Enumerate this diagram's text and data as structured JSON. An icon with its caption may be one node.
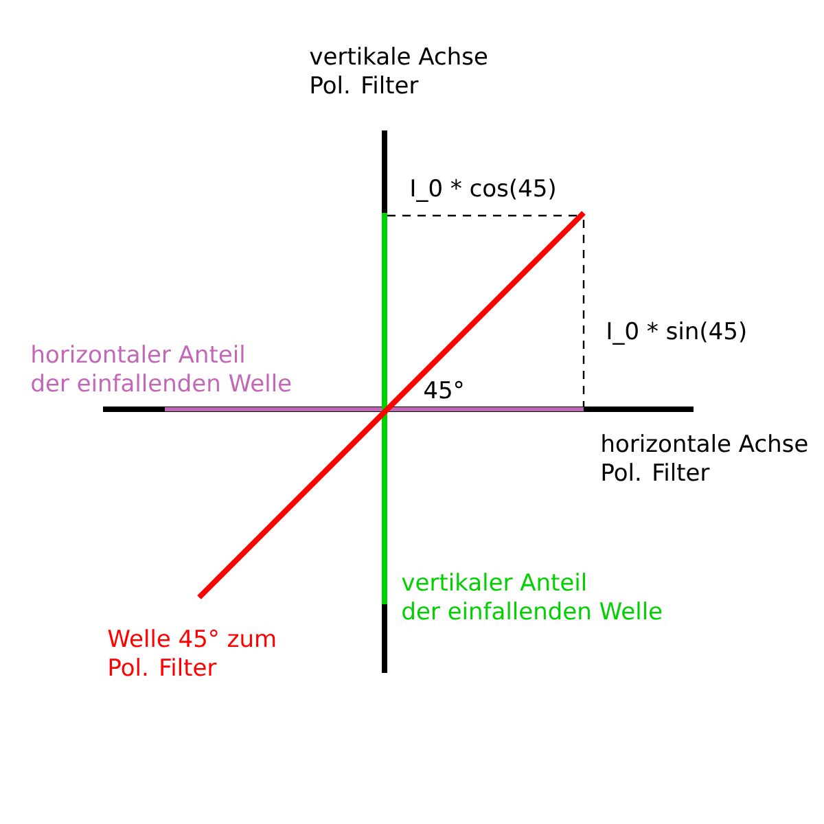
{
  "diagram": {
    "labels": [
      "vertikale Achse Pol. Filter",
      "I_0 * cos(45)",
      "I_0 * sin(45)",
      "horizontaler Anteil der einfallenden Welle",
      "45°",
      "horizontale Achse Pol. Filter",
      "vertikaler Anteil der einfallenden Welle",
      "Welle 45° zum Pol. Filter"
    ]
  }
}
